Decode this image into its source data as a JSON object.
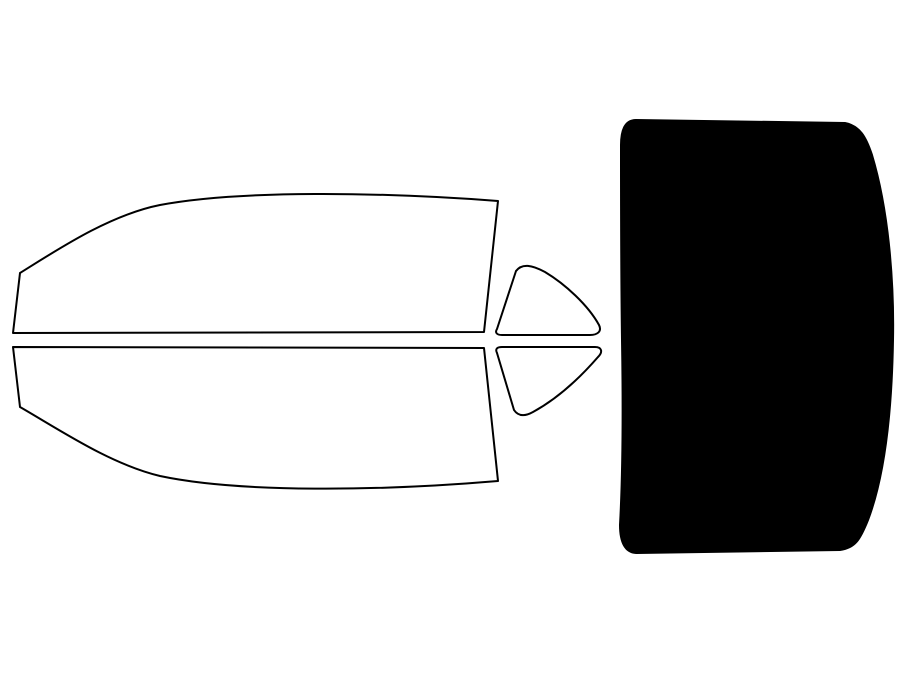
{
  "background": "#ffffff",
  "outline_color": "#000000",
  "panes": [
    {
      "id": "front-left-door-window",
      "tinted": false
    },
    {
      "id": "front-right-door-window",
      "tinted": false
    },
    {
      "id": "rear-left-quarter-window",
      "tinted": false
    },
    {
      "id": "rear-right-quarter-window",
      "tinted": false
    },
    {
      "id": "rear-windshield",
      "tinted": true
    }
  ],
  "colors": {
    "tinted": "#000000",
    "untinted": "#ffffff"
  }
}
